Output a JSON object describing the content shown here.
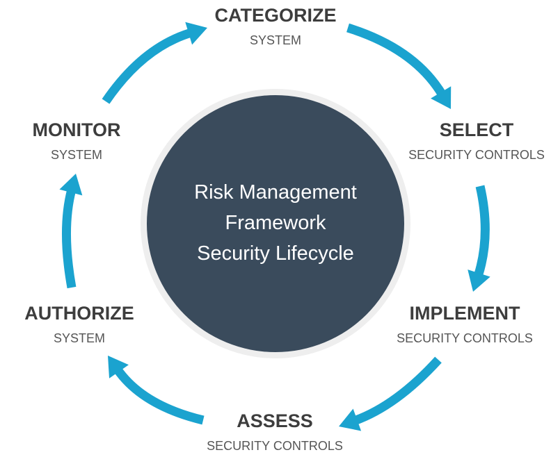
{
  "center": {
    "lines": [
      "Risk Management",
      "Framework",
      "Security Lifecycle"
    ]
  },
  "steps": [
    {
      "title": "CATEGORIZE",
      "subtitle": "SYSTEM"
    },
    {
      "title": "SELECT",
      "subtitle": "SECURITY CONTROLS"
    },
    {
      "title": "IMPLEMENT",
      "subtitle": "SECURITY CONTROLS"
    },
    {
      "title": "ASSESS",
      "subtitle": "SECURITY CONTROLS"
    },
    {
      "title": "AUTHORIZE",
      "subtitle": "SYSTEM"
    },
    {
      "title": "MONITOR",
      "subtitle": "SYSTEM"
    }
  ],
  "colors": {
    "arrow": "#1ba3cf",
    "center_fill": "#3a4b5c",
    "center_ring": "#eeeeee",
    "label_text": "#3d3d3d"
  },
  "icons": {
    "cycle_arrow": "arrow-icon"
  }
}
